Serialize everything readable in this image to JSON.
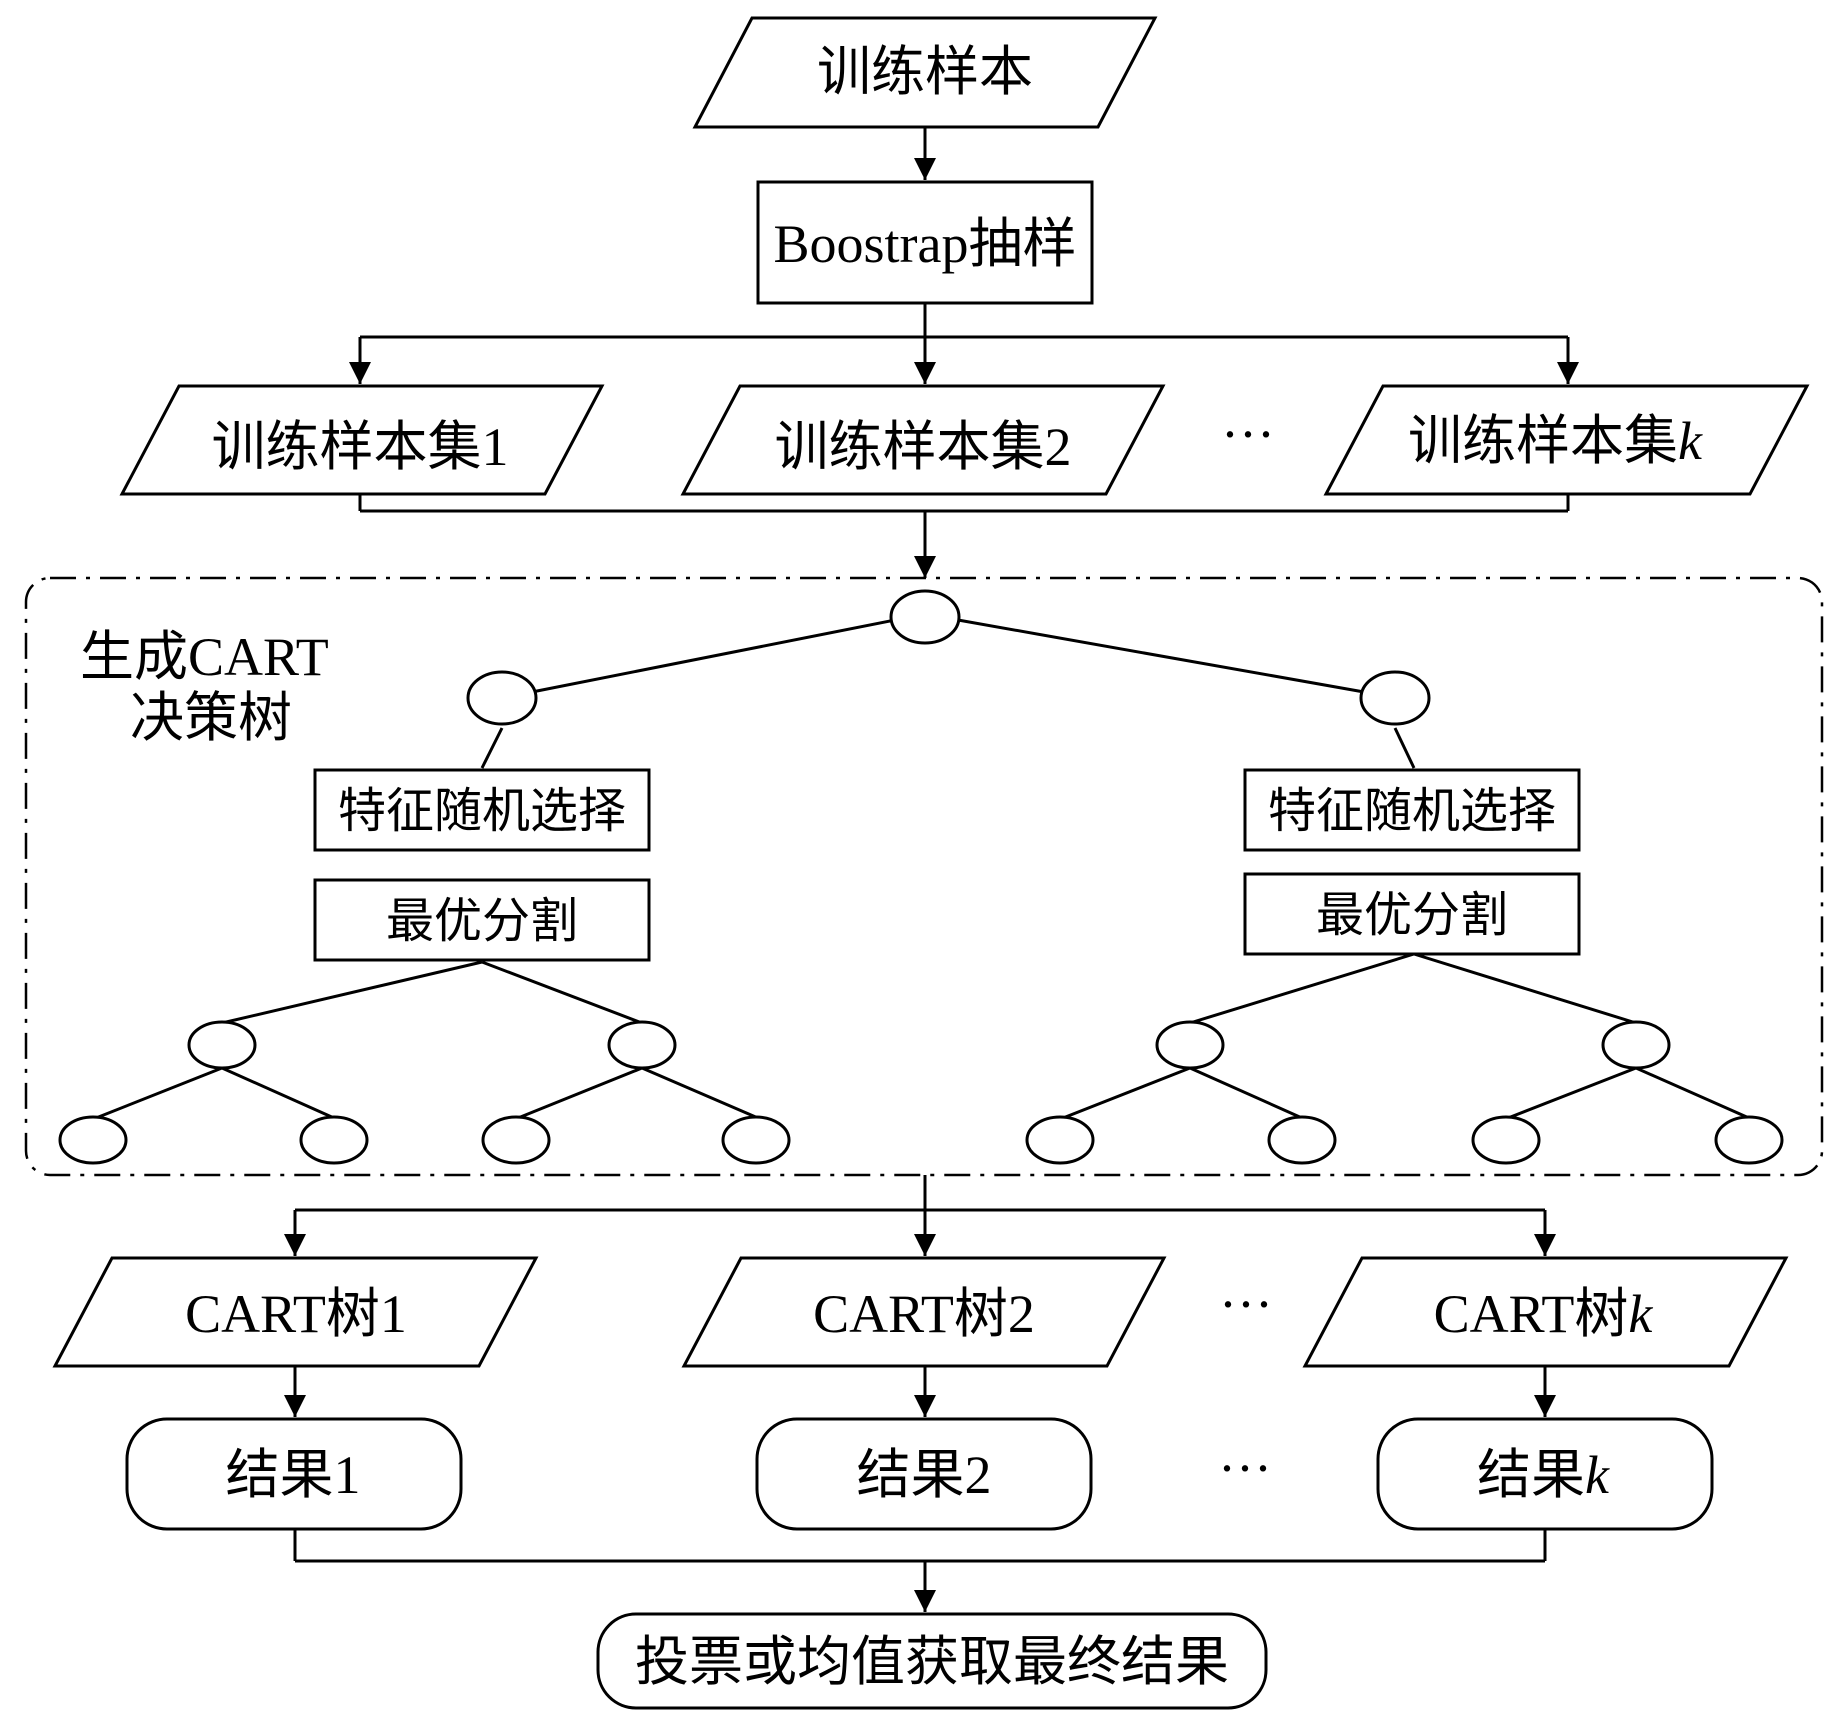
{
  "colors": {
    "stroke": "#000000",
    "background": "#ffffff"
  },
  "nodes": {
    "training_samples": "训练样本",
    "bootstrap": "Boostrap抽样",
    "subset_1": "训练样本集1",
    "subset_2": "训练样本集2",
    "subset_k_prefix": "训练样本集",
    "subset_k_var": "k",
    "ellipsis": "···",
    "group_title_line1": "生成CART",
    "group_title_line2": "决策树",
    "feature_select_left": "特征随机选择",
    "best_split_left": "最优分割",
    "feature_select_right": "特征随机选择",
    "best_split_right": "最优分割",
    "tree_1": "CART树1",
    "tree_2": "CART树2",
    "tree_k_prefix": "CART树",
    "tree_k_var": "k",
    "result_1": "结果1",
    "result_2": "结果2",
    "result_k_prefix": "结果",
    "result_k_var": "k",
    "final": "投票或均值获取最终结果"
  }
}
